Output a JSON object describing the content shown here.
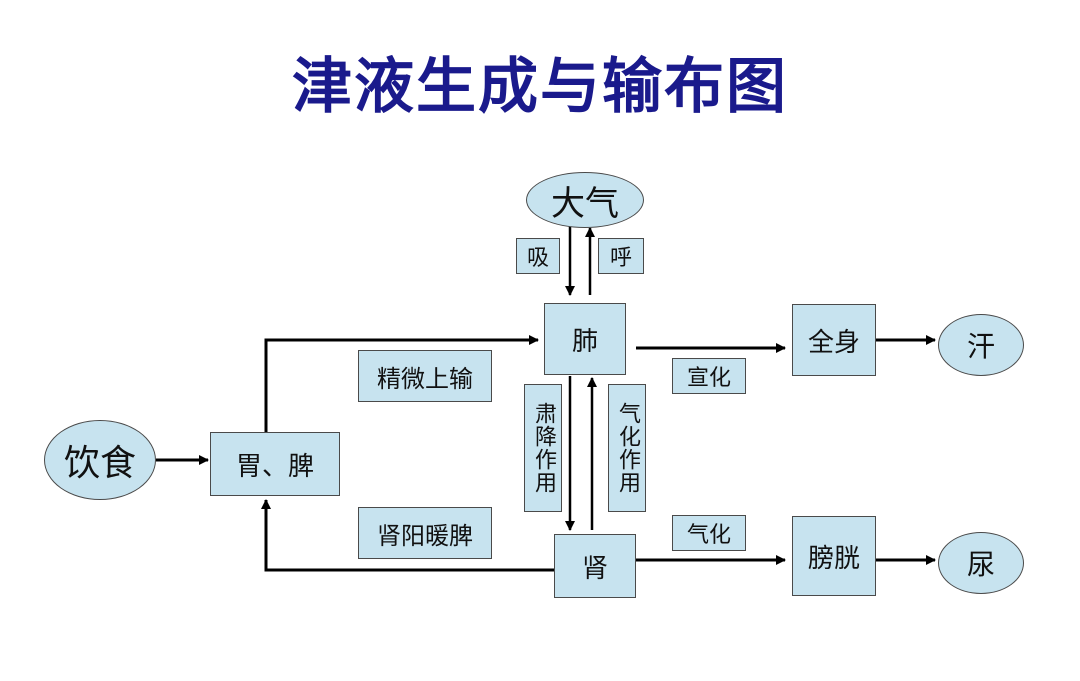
{
  "title": "津液生成与输布图",
  "nodes": {
    "yinshi": "饮食",
    "weipi": "胃、脾",
    "daqi": "大气",
    "fei": "肺",
    "shen": "肾",
    "quanshen": "全身",
    "pangguang": "膀胱",
    "han": "汗",
    "niao": "尿"
  },
  "labels": {
    "xi": "吸",
    "hu": "呼",
    "jingwei": "精微上输",
    "shenyang": "肾阳暖脾",
    "suxiang": "肃降作用",
    "qihua_v": "气化作用",
    "xuanhua": "宣化",
    "qihua": "气化"
  },
  "colors": {
    "fill": "#c7e3ef",
    "title": "#1a1a8c",
    "border": "#4a4a4a",
    "arrow": "#000000"
  }
}
